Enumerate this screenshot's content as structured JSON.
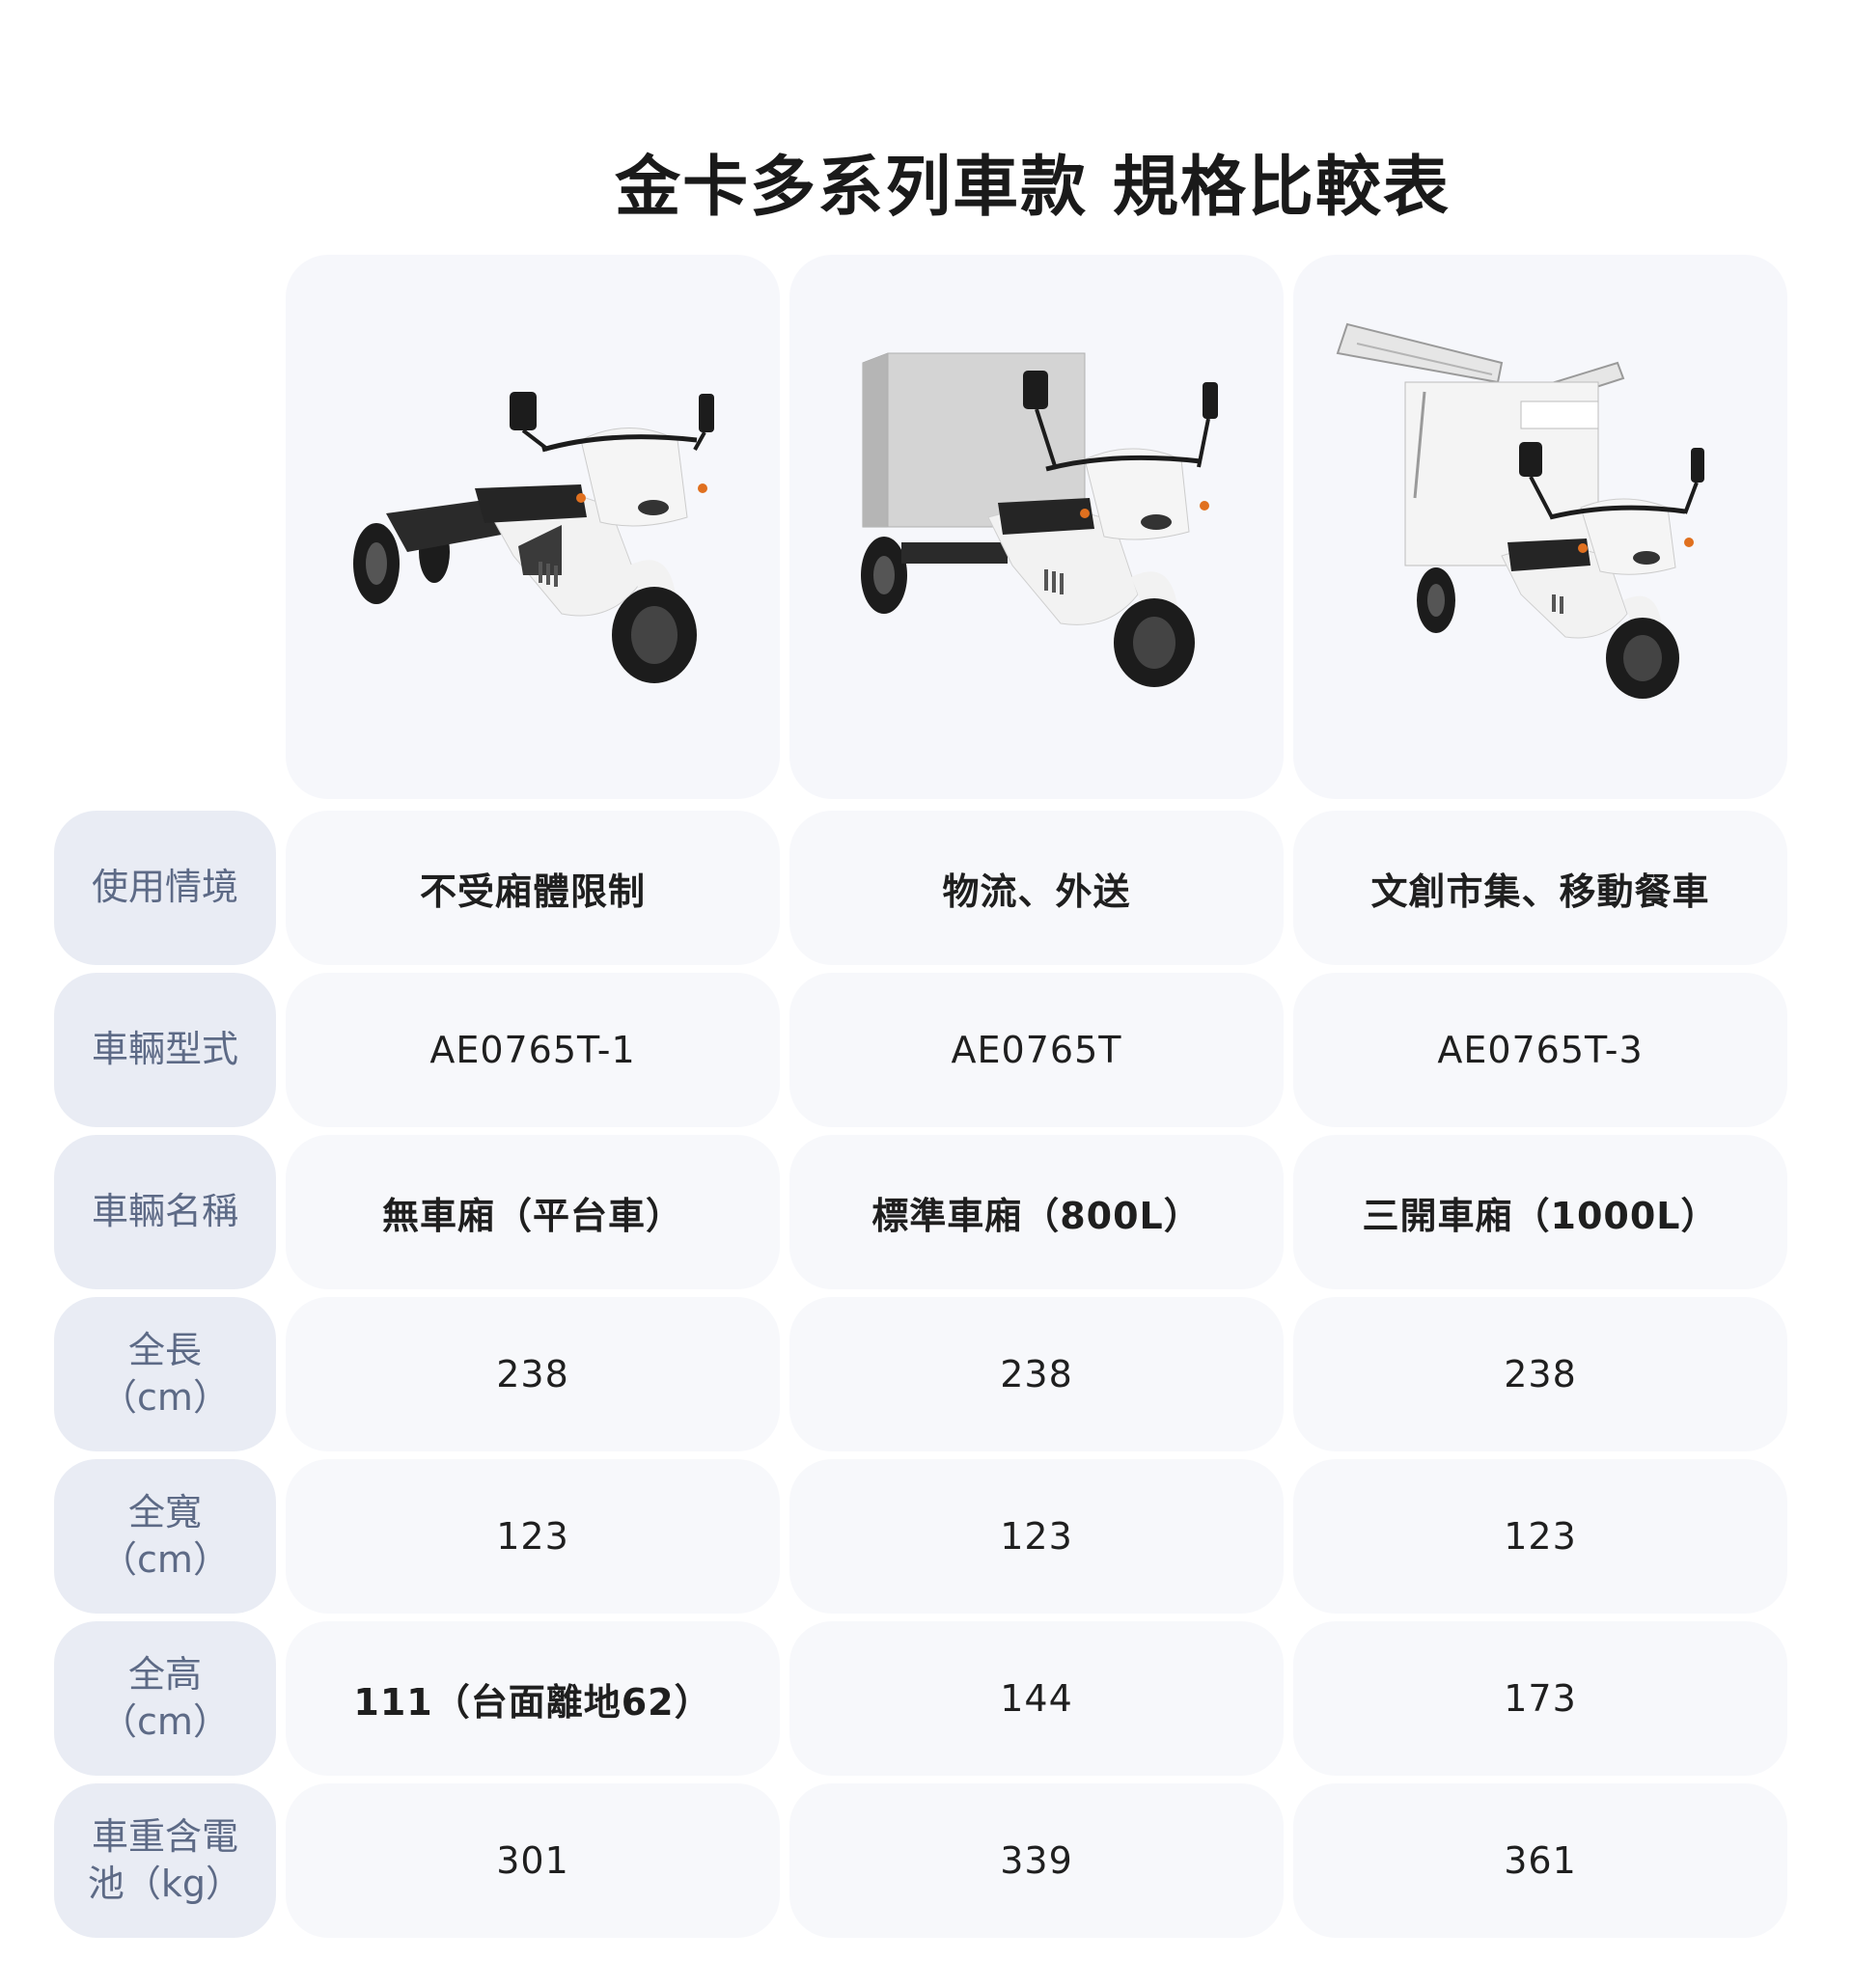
{
  "title": "金卡多系列車款 規格比較表",
  "vehicles": [
    {
      "image": "flatbed-tricycle-image",
      "icon": "flatbed-electric-tricycle"
    },
    {
      "image": "box-tricycle-image",
      "icon": "standard-box-electric-tricycle"
    },
    {
      "image": "open-box-tricycle-image",
      "icon": "three-door-box-electric-tricycle"
    }
  ],
  "rows": [
    {
      "label": "使用情境",
      "values": [
        "不受廂體限制",
        "物流、外送",
        "文創市集、移動餐車"
      ]
    },
    {
      "label": "車輛型式",
      "values": [
        "AE0765T-1",
        "AE0765T",
        "AE0765T-3"
      ]
    },
    {
      "label": "車輛名稱",
      "values": [
        "無車廂（平台車）",
        "標準車廂（800L）",
        "三開車廂（1000L）"
      ]
    },
    {
      "label": "全長（cm）",
      "values": [
        "238",
        "238",
        "238"
      ]
    },
    {
      "label": "全寬（cm）",
      "values": [
        "123",
        "123",
        "123"
      ]
    },
    {
      "label": "全高（cm）",
      "values": [
        "111（台面離地62）",
        "144",
        "173"
      ]
    },
    {
      "label": "車重含電池（kg）",
      "values": [
        "301",
        "339",
        "361"
      ]
    }
  ],
  "colors": {
    "label_bg": "#e9ecf4",
    "label_text": "#5d6a86",
    "value_bg": "#f7f8fb",
    "image_bg": "#f6f7fb",
    "accent_orange": "#e0701f"
  }
}
